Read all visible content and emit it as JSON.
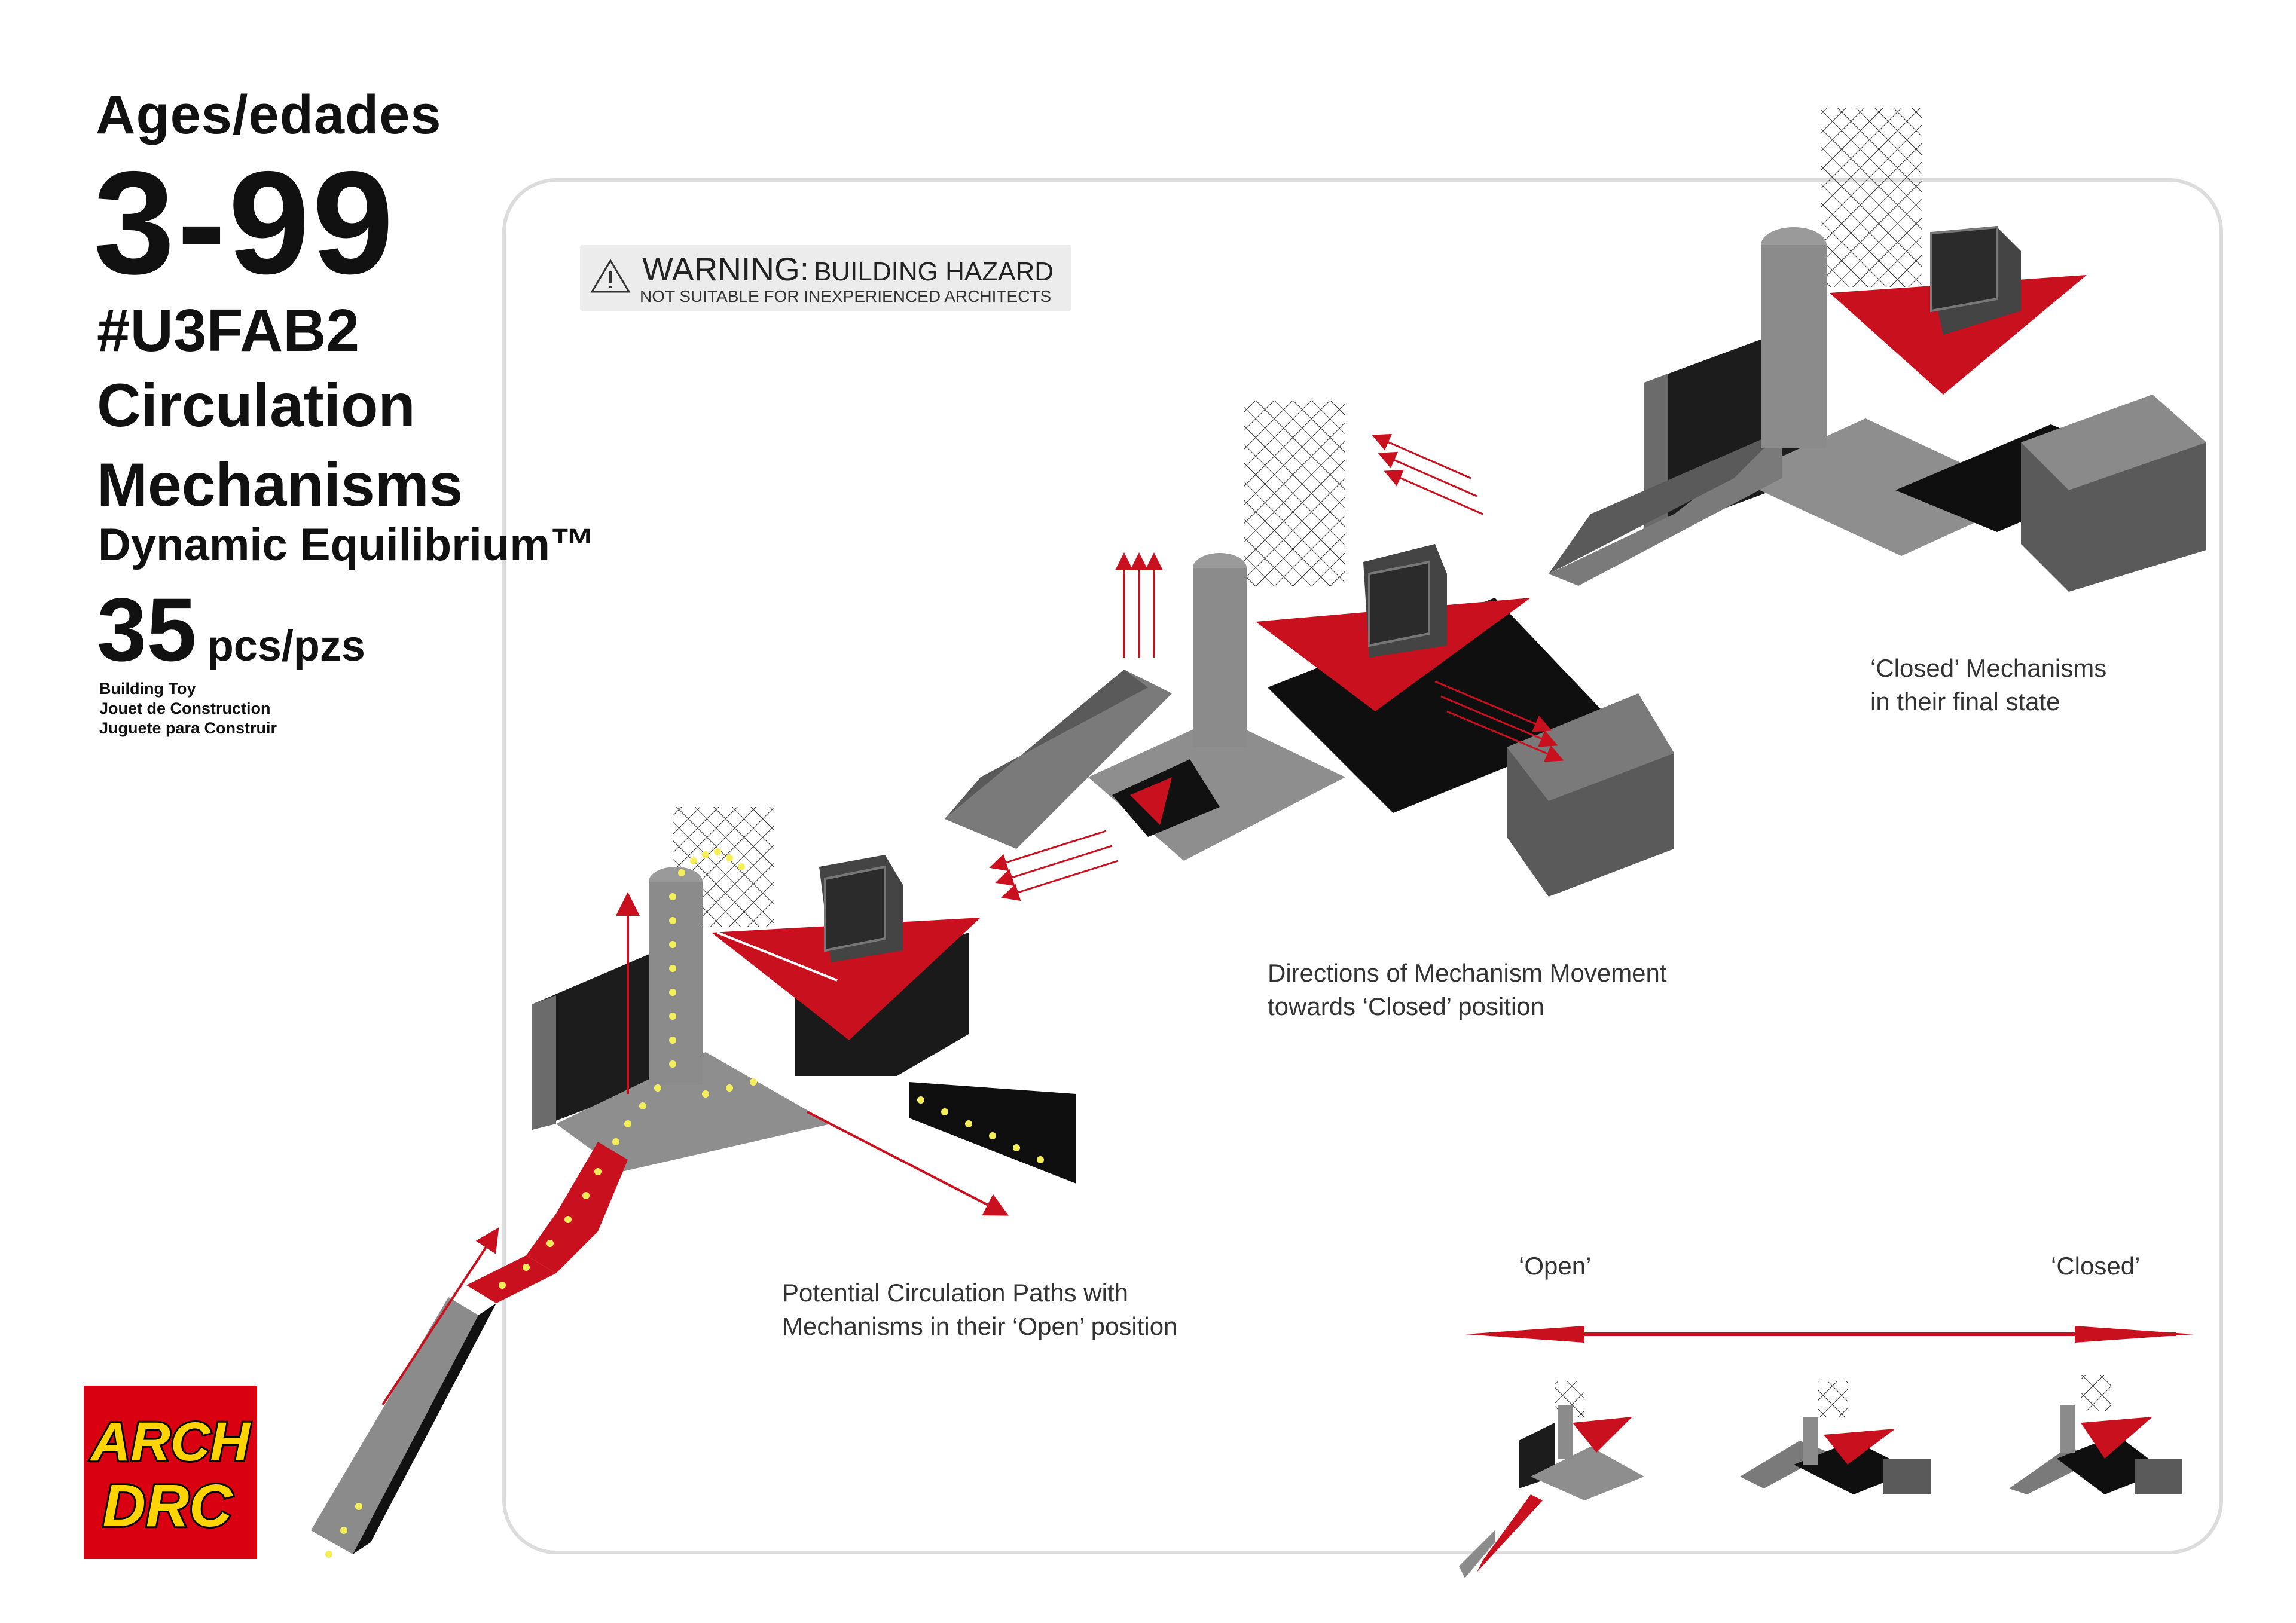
{
  "header": {
    "ages_label": "Ages/edades",
    "ages_range": "3-99",
    "set_code": "#U3FAB2",
    "title_line1": "Circulation",
    "title_line2": "Mechanisms",
    "subtitle": "Dynamic Equilibrium™",
    "piece_count": "35",
    "piece_unit": "pcs/pzs",
    "toy_labels": [
      "Building Toy",
      "Jouet de Construction",
      "Juguete para Construir"
    ]
  },
  "warning": {
    "heading": "WARNING:",
    "hazard": "BUILDING HAZARD",
    "detail": "NOT SUITABLE FOR INEXPERIENCED ARCHITECTS"
  },
  "captions": {
    "closed_line1": "‘Closed’ Mechanisms",
    "closed_line2": "in their final state",
    "movement_line1": "Directions of Mechanism Movement",
    "movement_line2": "towards ‘Closed’ position",
    "open_line1": "Potential Circulation Paths with",
    "open_line2": "Mechanisms in their ‘Open’ position"
  },
  "legend": {
    "open_label": "‘Open’",
    "closed_label": "‘Closed’"
  },
  "logo": {
    "line1": "ARCH",
    "line2": "DRC"
  },
  "colors": {
    "accent_red": "#c8101e",
    "path_yellow": "#f4ee5a",
    "frame_grey": "#dcdcdc",
    "logo_red": "#d90012",
    "logo_yellow": "#ffd400"
  }
}
